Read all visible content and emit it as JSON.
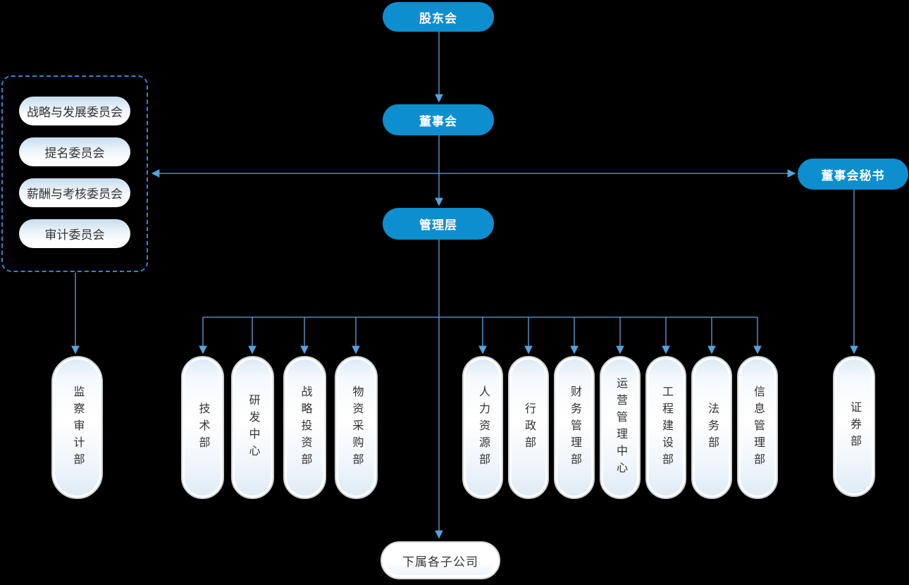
{
  "nodes": {
    "shareholders": "股东会",
    "board": "董事会",
    "board_secretary": "董事会秘书",
    "management": "管理层",
    "subsidiaries": "下属各子公司"
  },
  "committees": [
    "战略与发展委员会",
    "提名委员会",
    "薪酬与考核委员会",
    "审计委员会"
  ],
  "departments": {
    "supervision": "监察审计部",
    "group1": [
      "技术部",
      "研发中心",
      "战略投资部",
      "物资采购部"
    ],
    "group2": [
      "人力资源部",
      "行政部",
      "财务管理部",
      "运营管理中心",
      "工程建设部",
      "法务部",
      "信息管理部"
    ],
    "securities": "证券部"
  },
  "colors": {
    "background": "#000000",
    "node_blue": "#0d8ecf",
    "node_text": "#ffffff",
    "connector_line": "#5ea7da",
    "arrowhead": "#54a3dc",
    "dashed_border": "#2f86d8",
    "committee_gradient_top": "#c7dcee",
    "department_text": "#333333"
  }
}
